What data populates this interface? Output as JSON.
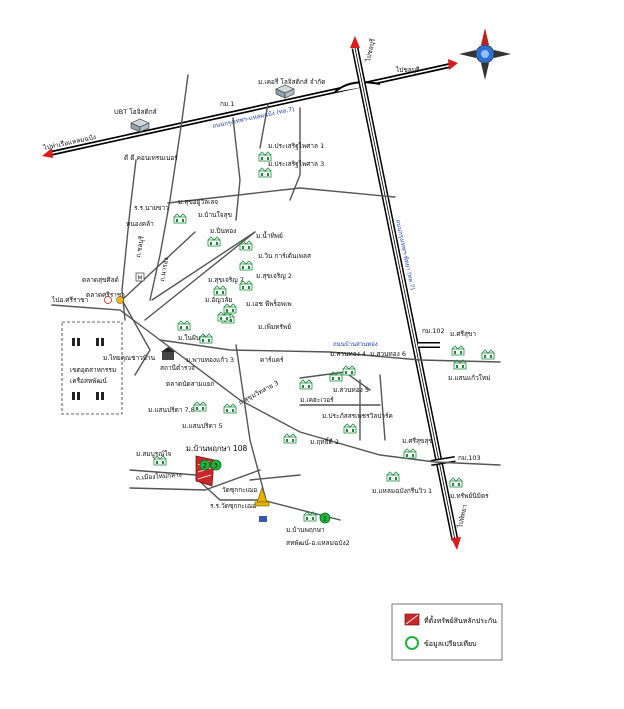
{
  "compass": {
    "icon": "compass-rose-icon"
  },
  "highways": {
    "top_left": "ไปท่าเรือแหลมฉบัง",
    "top_right": "ไปชลบุรี",
    "bottom_right": "ไปพัทยา",
    "vertical_top": "ไปชลบุรี",
    "main_road": "ถนนกรุงเทพฯ-แหลมฉบัง (ทล.7)",
    "motorway": "ถนนกรุงเทพฯ-พัทยา (ทล.7)",
    "km1": "กม.1",
    "km102": "กม.102",
    "km103": "กม.103"
  },
  "roads": {
    "suanthong": "ถนนบ้านสวนทอง",
    "sukhumvit": "ถ.สุขุมวิทสาย 3",
    "muangmai": "ถ.เมืองใหม่กลาง",
    "to_bowin": "ไปอ.ศรีราชา",
    "r_narong": "ถ.นารอง",
    "r_chonburi": "ถ.ชลบุรี"
  },
  "places": {
    "ubt": "UBT โฮจิสติกส์",
    "kerry": "ม.เคอรี่ โลจิสติกส์ จำกัด",
    "titi": "ดี ดี คอนเทรนเนอร์",
    "pradit1": "ม.ประเสริฐไพศาล 1",
    "pradit3": "ม.ประเสริฐไพศาล 3",
    "nasuang": "ร.ร.นายขาว",
    "kunvilla": "ม.สุขอยู่วิลเลจ",
    "bansuk": "ม.บ้านใจสุข",
    "market": "หนองคล้า",
    "mpinthong": "ม.ปิ่นทอง",
    "numthip": "ม.น้ำทิพย์",
    "garden": "ม.วิน การ์เด้นเพลส",
    "sukchareon2": "ม.สุขเจริญ 2",
    "sukchareon7": "ม.สุขเจริญ 7",
    "thaisang": "ตลาดสุขศิลด์",
    "thaisang2": "ตลาดศรีราชา",
    "achit": "ม.อัญวลัย",
    "nice": "ม.เอช พีพร็อพเพ",
    "suanthip": "ม.ในฝัน 9",
    "peanpat": "ม.เพิ่มทรัพย์",
    "thaikunsang": "ม.ไทยคุณชาวบ้าน",
    "police": "สถานีตำรวจ",
    "panpat": "ม.พานทองแก้ว 3",
    "carreno": "คาร์แคร์",
    "ampoe": "ตลาดนัดสามแยก",
    "suanthong4": "ม.สวนทอง 4",
    "suanthong6": "ม.สวนทอง 6",
    "suanthong5": "ม.สวนทอง 5",
    "kaen": "ม.ศรีสุขา",
    "sankaeo": "ม.แสนแก้วใหม่",
    "kheha": "ม.เคฮะเวอร์",
    "sanpri78": "ม.แสนปริดา 7,8",
    "sanpri5": "ม.แสนปริดา 5",
    "prasert": "ม.ประภัสสรเพชรวิลปาร์ค",
    "ritdee2": "ม.ฤทธิ์ดี 2",
    "ban108": "ม.บ้านพฤกษา 108",
    "suanyai": "ม.สมบูรณ์ใจ",
    "sri": "ม.ศรีสุขสุข",
    "taksin1": "ม.แหลมฉบังกรีนวิว 1",
    "phoemphon": "ม.ทรัพย์นิมิตร",
    "watsuk": "วัดซุกกะเฌอ",
    "school": "ร.ร.วัดซุกกะเฌอ",
    "banpruksa": "ม.บ้านพฤกษา",
    "sahapat": "สหพัฒน์-อ.แหลมฉบัง2",
    "industrial": [
      "เขตอุตสาหกรรม",
      "เครือสหพัฒน์"
    ],
    "toward_sukhumvit": "ไปอ.ศรีราชา"
  },
  "badges": {
    "one": "1",
    "two": "2",
    "three": "3"
  },
  "legend": {
    "items": [
      {
        "label": "ที่ตั้งทรัพย์สินหลักประกัน",
        "color": "#c8282c"
      },
      {
        "label": "ข้อมูลเปรียบเทียบ",
        "color": "#1fb53c"
      }
    ]
  },
  "colors": {
    "marker_red": "#c8282c",
    "marker_green": "#1fb53c",
    "arrow": "#d91c1c",
    "house": "#1f8a3c"
  }
}
